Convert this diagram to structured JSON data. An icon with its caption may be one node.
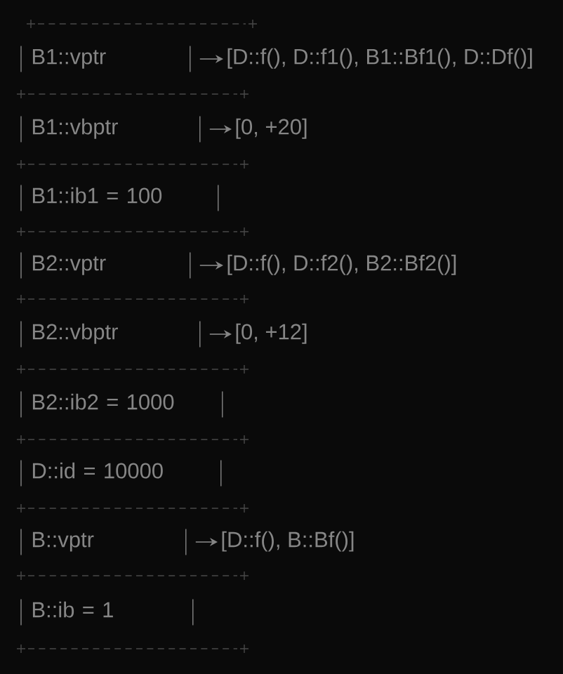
{
  "diagram": {
    "nodes": [
      {
        "text": [
          "B1::vptr"
        ]
      },
      {
        "text": [
          "[D::f(), D::f1(), B1::Bf1(), D::Df()]"
        ]
      },
      {
        "text": [
          "B1::vbptr"
        ]
      },
      {
        "text": [
          "[0, +20]"
        ]
      },
      {
        "text": [
          "B1::ib1 = 100"
        ]
      },
      {
        "text": [
          "B2::vptr"
        ]
      },
      {
        "text": [
          "[D::f(), D::f2(), B2::Bf2()]"
        ]
      },
      {
        "text": [
          "B2::vbptr"
        ]
      },
      {
        "text": [
          "[0, +12]"
        ]
      },
      {
        "text": [
          "B2::ib2 = 1000"
        ]
      },
      {
        "text": [
          "D::id = 10000"
        ]
      },
      {
        "text": [
          "B::vptr"
        ]
      },
      {
        "text": [
          "[D::f(), B::Bf()]"
        ]
      },
      {
        "text": [
          "B::ib = 1"
        ]
      }
    ],
    "edges": [
      {
        "from": 0,
        "to": 1,
        "arrow": "to"
      },
      {
        "from": 2,
        "to": 3,
        "arrow": "to"
      },
      {
        "from": 5,
        "to": 6,
        "arrow": "to"
      },
      {
        "from": 7,
        "to": 8,
        "arrow": "to"
      },
      {
        "from": 11,
        "to": 12,
        "arrow": "to"
      }
    ]
  }
}
